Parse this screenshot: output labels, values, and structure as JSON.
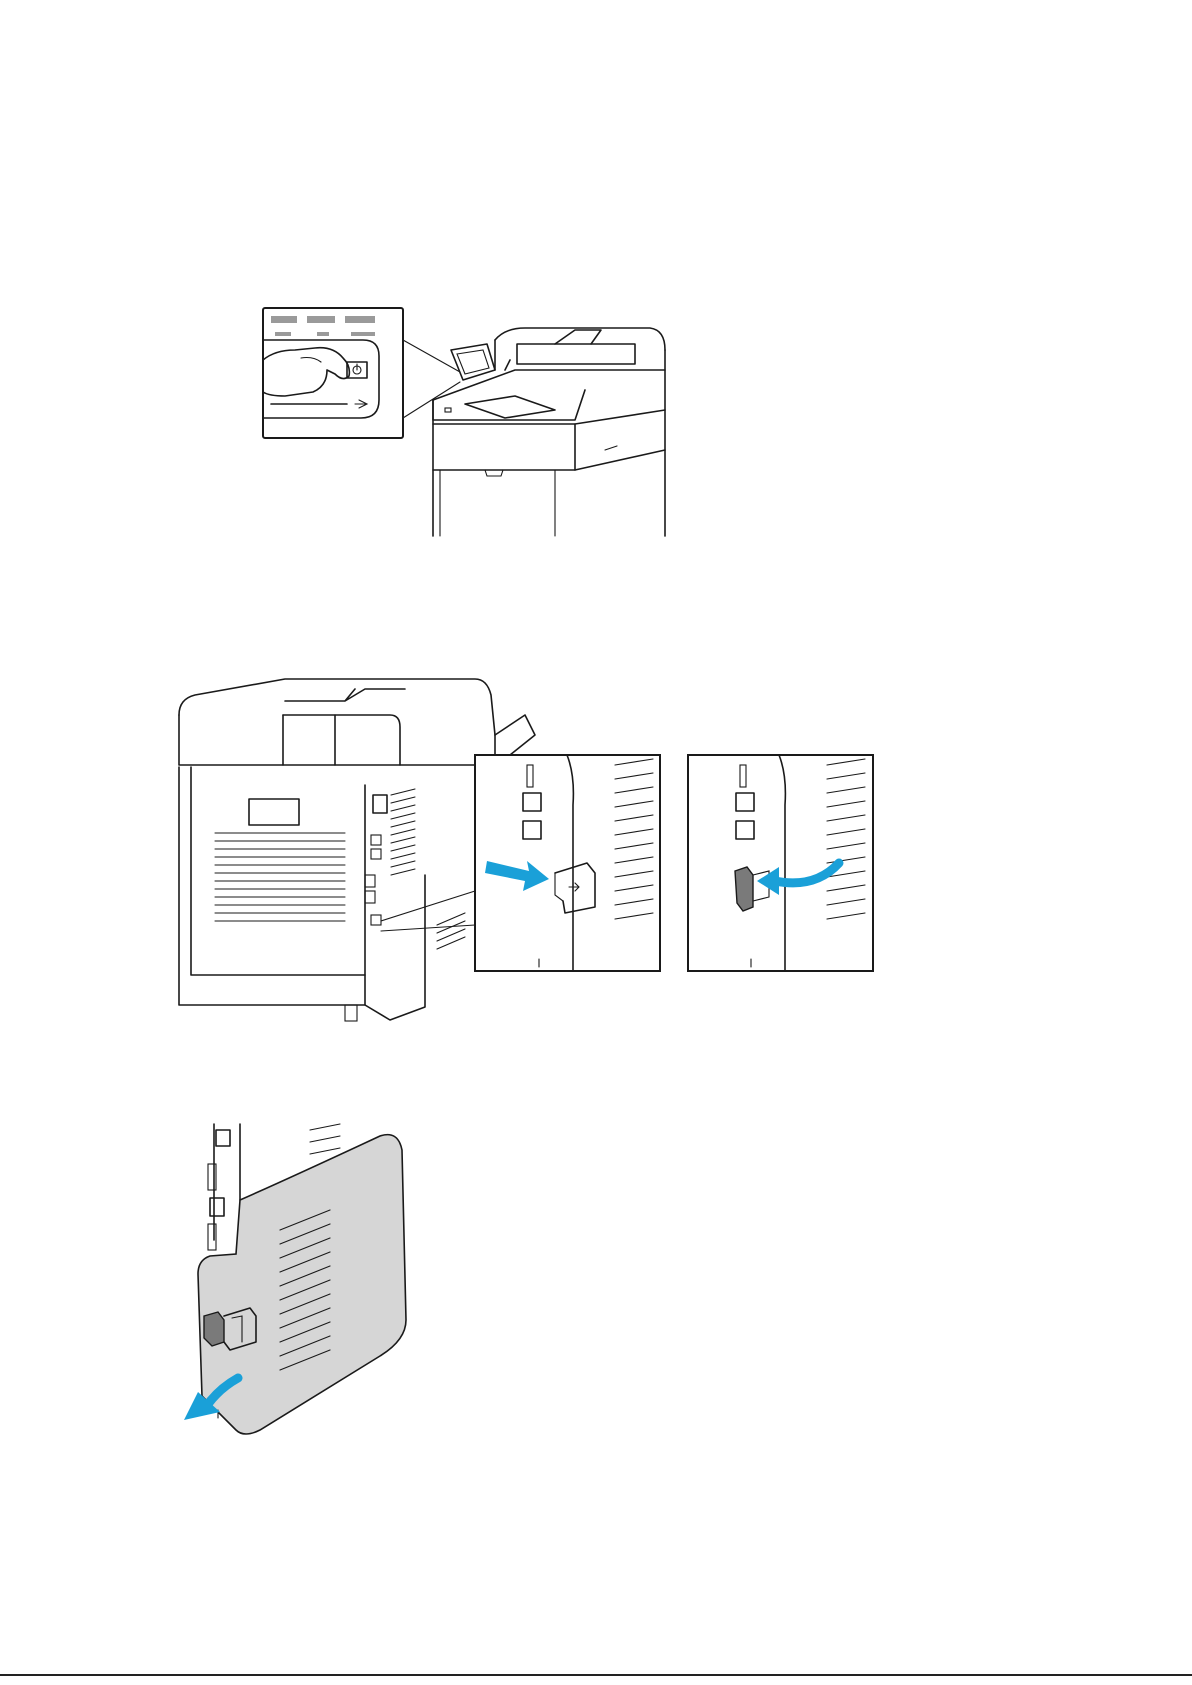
{
  "document": {
    "colors": {
      "accent": "#1aa0d8",
      "line": "#1a1a1a",
      "cover": "#d6d6d6"
    },
    "figures": [
      {
        "icon": "power-button-press-illustration"
      },
      {
        "icon": "rear-cover-release-illustration"
      },
      {
        "icon": "side-cover-removal-illustration"
      }
    ]
  }
}
